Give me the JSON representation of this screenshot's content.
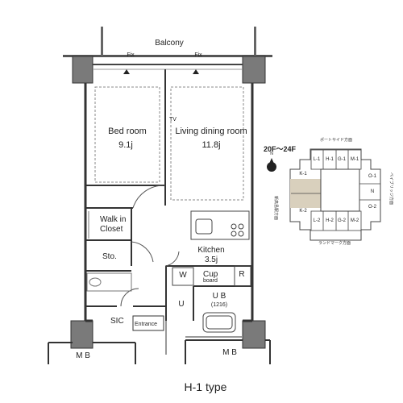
{
  "labels": {
    "balcony": "Balcony",
    "fix_left": "Fix",
    "fix_right": "Fix",
    "tv": "TV",
    "bedroom": "Bed room",
    "bedroom_size": "9.1j",
    "living": "Living dining room",
    "living_size": "11.8j",
    "walkin_line1": "Walk in",
    "walkin_line2": "Closet",
    "storage": "Sto.",
    "kitchen": "Kitchen",
    "kitchen_size": "3.5j",
    "w": "W",
    "cup_line1": "Cup",
    "cup_line2": "board",
    "r": "R",
    "u": "U",
    "ub_line1": "U B",
    "ub_line2": "(1216)",
    "sic": "SIC",
    "entrance": "Entrance",
    "mb_left": "M B",
    "mb_right": "M B",
    "plan_type": "H-1 type"
  },
  "key_plan": {
    "floors": "20F～24F",
    "north": "N",
    "top_direction": "ポートサイド方面",
    "bottom_direction": "ランドマーク方面",
    "left_direction": "新高島駅方面",
    "right_direction": "ベイブリッジ方面",
    "top_units": [
      "L-1",
      "H-1",
      "G-1",
      "M-1"
    ],
    "bottom_units": [
      "L-2",
      "H-2",
      "G-2",
      "M-2"
    ],
    "left_units": [
      "K-1",
      "K-2"
    ],
    "right_units": [
      "O-1",
      "N",
      "O-2"
    ],
    "highlight_color": "#d9d0bd"
  }
}
